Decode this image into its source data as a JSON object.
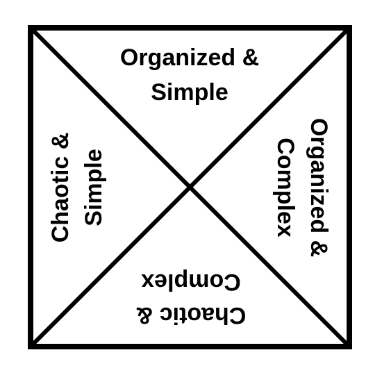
{
  "colors": {
    "stroke": "#000000",
    "background": "#ffffff",
    "text": "#000000"
  },
  "quadrants": {
    "top": {
      "line1": "Organized &",
      "line2": "Simple"
    },
    "right": {
      "line1": "Organized &",
      "line2": "Complex"
    },
    "bottom": {
      "line1": "Chaotic &",
      "line2": "Complex"
    },
    "left": {
      "line1": "Chaotic &",
      "line2": "Simple"
    }
  }
}
